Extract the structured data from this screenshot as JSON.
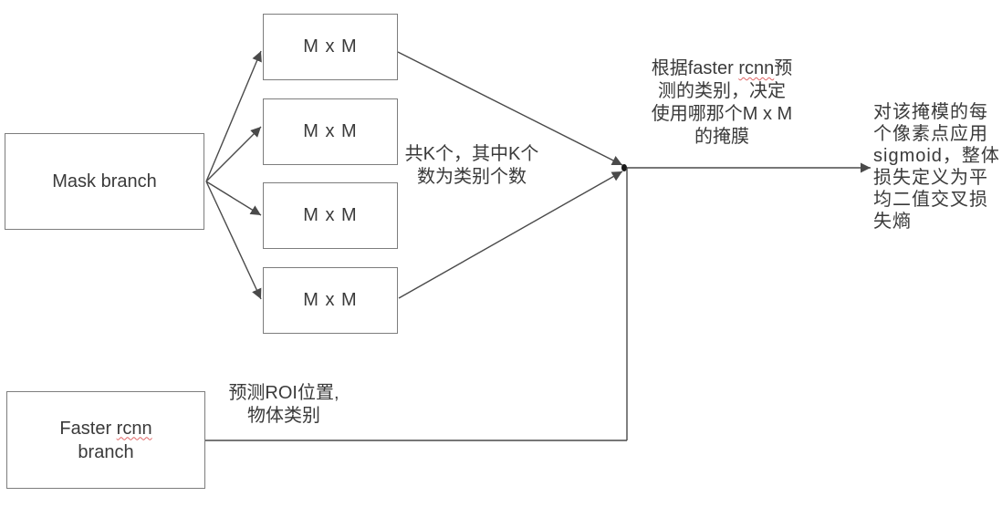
{
  "diagram": {
    "nodes": {
      "mask_branch": {
        "label": "Mask branch"
      },
      "mxm_boxes": [
        {
          "label": "M x M"
        },
        {
          "label": "M x M"
        },
        {
          "label": "M x M"
        },
        {
          "label": "M x M"
        }
      ],
      "faster_rcnn_branch": {
        "line1_prefix": "Faster ",
        "line1_misspelled": "rcnn",
        "line2": "branch"
      }
    },
    "annotations": {
      "k_note": {
        "line1": "共K个，其中K个",
        "line2": "数为类别个数"
      },
      "selection_note": {
        "line1_prefix": "根据faster ",
        "line1_misspelled": "rcnn",
        "line1_suffix": "预",
        "line2": "测的类别，决定",
        "line3": "使用哪那个M x M",
        "line4": "的掩膜"
      },
      "sigmoid_note": {
        "lines": [
          "对该掩模的每",
          "个像素点应用",
          "sigmoid，整体",
          "损失定义为平",
          "均二值交叉损",
          "失熵"
        ]
      },
      "roi_note": {
        "line1": "预测ROI位置,",
        "line2": "物体类别"
      }
    },
    "colors": {
      "line": "#4a4a4a",
      "box_border": "#7d7d7d",
      "text": "#3a3a3a",
      "spellcheck": "#e06666"
    }
  }
}
